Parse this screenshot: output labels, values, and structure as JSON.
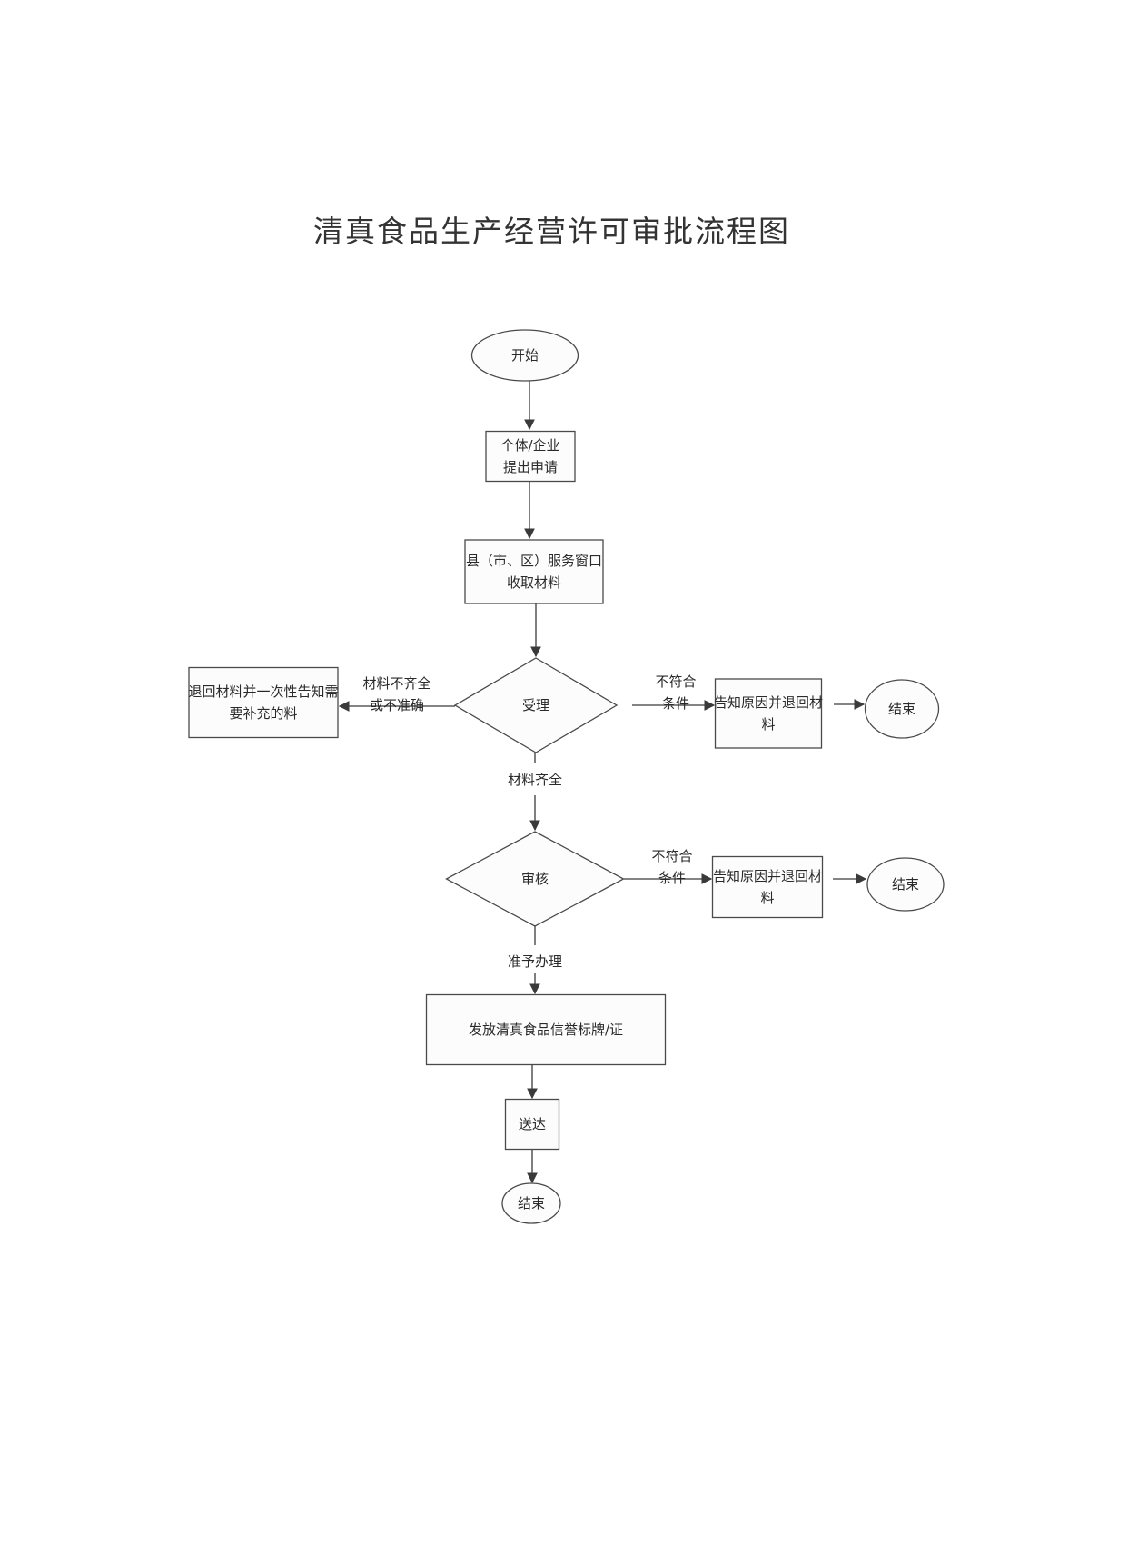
{
  "title": "清真食品生产经营许可审批流程图",
  "nodes": {
    "start": {
      "type": "terminal",
      "lines": [
        "开始"
      ]
    },
    "apply": {
      "type": "process",
      "lines": [
        "个体/企业",
        "提出申请"
      ]
    },
    "window": {
      "type": "process",
      "lines": [
        "县（市、区）服务窗口",
        "收取材料"
      ]
    },
    "accept": {
      "type": "decision",
      "lines": [
        "受理"
      ]
    },
    "return_supplement": {
      "type": "process",
      "lines": [
        "退回材料并一次性告知需",
        "要补充的料"
      ]
    },
    "reject1": {
      "type": "process",
      "lines": [
        "告知原因并退回材",
        "料"
      ]
    },
    "end1": {
      "type": "terminal",
      "lines": [
        "结束"
      ]
    },
    "review": {
      "type": "decision",
      "lines": [
        "审核"
      ]
    },
    "reject2": {
      "type": "process",
      "lines": [
        "告知原因并退回材",
        "料"
      ]
    },
    "end2": {
      "type": "terminal",
      "lines": [
        "结束"
      ]
    },
    "issue": {
      "type": "process",
      "lines": [
        "发放清真食品信誉标牌/证"
      ]
    },
    "deliver": {
      "type": "process",
      "lines": [
        "送达"
      ]
    },
    "end3": {
      "type": "terminal",
      "lines": [
        "结束"
      ]
    }
  },
  "edges": [
    {
      "from": "start",
      "to": "apply",
      "label": []
    },
    {
      "from": "apply",
      "to": "window",
      "label": []
    },
    {
      "from": "window",
      "to": "accept",
      "label": []
    },
    {
      "from": "accept",
      "to": "return_supplement",
      "label": [
        "材料不齐全",
        "或不准确"
      ]
    },
    {
      "from": "accept",
      "to": "reject1",
      "label": [
        "不符合",
        "条件"
      ]
    },
    {
      "from": "reject1",
      "to": "end1",
      "label": []
    },
    {
      "from": "accept",
      "to": "review",
      "label": [
        "材料齐全"
      ]
    },
    {
      "from": "review",
      "to": "reject2",
      "label": [
        "不符合",
        "条件"
      ]
    },
    {
      "from": "reject2",
      "to": "end2",
      "label": []
    },
    {
      "from": "review",
      "to": "issue",
      "label": [
        "准予办理"
      ]
    },
    {
      "from": "issue",
      "to": "deliver",
      "label": []
    },
    {
      "from": "deliver",
      "to": "end3",
      "label": []
    }
  ]
}
